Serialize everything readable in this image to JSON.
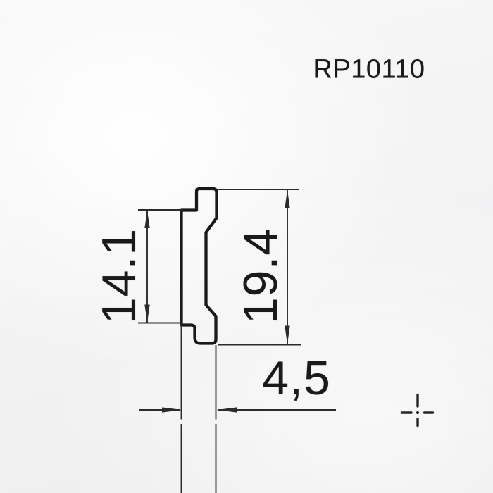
{
  "drawing": {
    "part_number": "RP10110",
    "dimensions": {
      "inner_height": {
        "value": "14.1",
        "orientation": "vertical",
        "side": "left"
      },
      "overall_height": {
        "value": "19.4",
        "orientation": "vertical",
        "side": "right"
      },
      "thickness": {
        "value": "4,5",
        "orientation": "horizontal",
        "side": "bottom"
      }
    },
    "symbols": {
      "center_mark": "center-mark-crosshair"
    },
    "colors": {
      "profile_line": "#191919",
      "thin_line": "#2b2b2b",
      "text": "#1a1a1a",
      "paper": "#f3f3f4"
    }
  }
}
